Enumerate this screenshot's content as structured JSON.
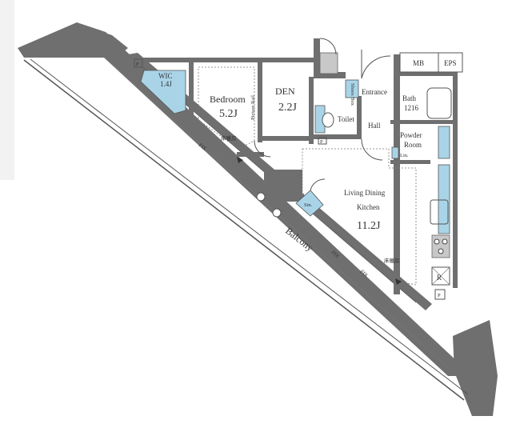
{
  "rooms": {
    "wic": {
      "name": "WIC",
      "area": "1.4J"
    },
    "bedroom": {
      "name": "Bedroom",
      "area": "5.2J",
      "note": "床暖房"
    },
    "picture_rail": "Picture Rail",
    "den": {
      "name": "DEN",
      "area": "2.2J"
    },
    "toilet": "Toilet",
    "shoes_box": "Shoes Box",
    "entrance": "Entrance",
    "hall": "Hall",
    "bath": {
      "name": "Bath",
      "size": "1216"
    },
    "powder_room": {
      "name": "Powder Room",
      "lin": "Lin."
    },
    "mb": "MB",
    "eps": "EPS",
    "ldk": {
      "line1": "Living Dining",
      "line2": "Kitchen",
      "area": "11.2J",
      "note": "床暖房"
    },
    "storage": "Stn.",
    "balcony": "Balcony",
    "refrigerator": "R",
    "pipe_space": "P",
    "fix": "FIX"
  },
  "colors": {
    "wall": "#6f6f6f",
    "fixture_blue": "#a9d4e8",
    "fixture_grey": "#c8c8c8",
    "background": "#ffffff"
  }
}
